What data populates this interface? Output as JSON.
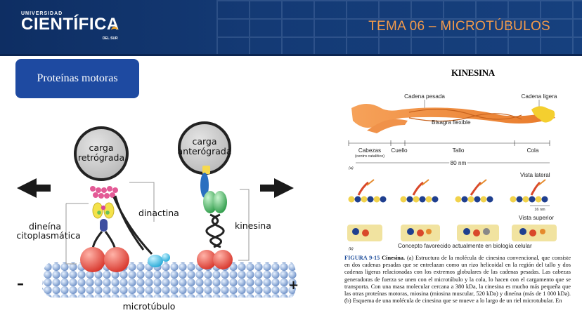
{
  "header": {
    "logo_top": "UNIVERSIDAD",
    "logo_main": "CIENTÍFICA",
    "logo_sub": "DEL SUR",
    "theme_title": "TEMA 06 – MICROTÚBULOS"
  },
  "section": {
    "title": "Proteínas motoras"
  },
  "diagram": {
    "cargo_left": [
      "carga",
      "retrógrada"
    ],
    "cargo_right": [
      "carga",
      "anterógrada"
    ],
    "dynactin": "dinactina",
    "dynein": [
      "dineína",
      "citoplasmática"
    ],
    "kinesin": "kinesina",
    "minus": "–",
    "plus": "+",
    "microtubule": "microtúbulo"
  },
  "figure": {
    "title": "KINESINA",
    "heavy_chain": "Cadena pesada",
    "light_chain": "Cadena ligera",
    "hinge": "Bisagra flexible",
    "heads": "Cabezas",
    "catalytic": "(centro catalítico)",
    "neck": "Cuello",
    "stalk": "Tallo",
    "tail": "Cola",
    "length": "80 nm",
    "panel_a": "(a)",
    "side_view": "Vista lateral",
    "step": "16 nm",
    "top_view": "Vista superior",
    "panel_b": "(b)",
    "favored": "Concepto favorecido actualmente en biología celular"
  },
  "caption": {
    "label": "FIGURA 9-15",
    "name": "Cinesina.",
    "text": "(a) Estructura de la molécula de cinesina convencional, que consiste en dos cadenas pesadas que se entrelazan como un rizo helicoidal en la región del tallo y dos cadenas ligeras relacionadas con los extremos globulares de las cadenas pesadas. Las cabezas generadoras de fuerza se unen con el microtúbulo y la cola, lo hacen con el cargamento que se transporta. Con una masa molecular cercana a 380 kDa, la cinesina es mucho más pequeña que las otras proteínas motoras, miosina (miosina muscular, 520 kDa) y dineína (más de 1 000 kDa). (b) Esquema de una molécula de cinesina que se mueve a lo largo de un riel microtubular. En"
  },
  "colors": {
    "header_bg": "#143a75",
    "accent": "#f39a4a",
    "tab_bg": "#1e4aa1"
  }
}
